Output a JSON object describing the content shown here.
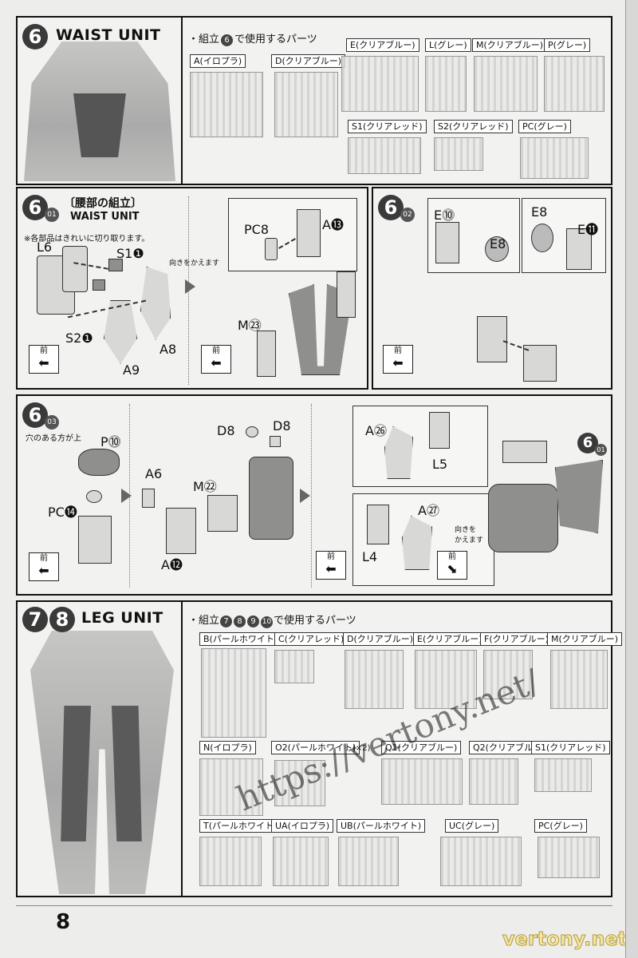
{
  "page_number": "8",
  "watermark_url": "https://vertony.net/",
  "corner_watermark": "vertony.net",
  "section6": {
    "step": "6",
    "title": "WAIST UNIT",
    "parts_heading": "・組立",
    "parts_heading_num": "6",
    "parts_heading_suffix": "で使用するパーツ",
    "parts": [
      {
        "label": "A(イロプラ)"
      },
      {
        "label": "D(クリアブルー)"
      },
      {
        "label": "E(クリアブルー)"
      },
      {
        "label": "L(グレー)"
      },
      {
        "label": "M(クリアブルー)"
      },
      {
        "label": "P(グレー)"
      },
      {
        "label": "S1(クリアレッド)"
      },
      {
        "label": "S2(クリアレッド)"
      },
      {
        "label": "PC(グレー)"
      }
    ]
  },
  "step6_01": {
    "num": "6",
    "sub": "01",
    "title_jp": "〔腰部の組立〕",
    "title_en": "WAIST UNIT",
    "note": "※各部品はきれいに切り取ります。",
    "turn_note": "向きをかえます",
    "front_label": "前",
    "labels": [
      "L6",
      "S1❶",
      "S2❶",
      "A8",
      "A9",
      "PC8",
      "A⓭",
      "M㉓"
    ]
  },
  "step6_02": {
    "num": "6",
    "sub": "02",
    "front_label": "前",
    "labels": [
      "E⓾",
      "E8",
      "E8",
      "E⓫"
    ]
  },
  "step6_03": {
    "num": "6",
    "sub": "03",
    "note": "穴のある方が上",
    "turn_note": "向きを\nかえます",
    "front_label": "前",
    "labels": [
      "P⓾",
      "PC⓮",
      "A6",
      "M㉒",
      "A⓬",
      "D8",
      "D8",
      "A㉖",
      "L5",
      "A㉗",
      "L4"
    ],
    "ref_badge": "6",
    "ref_sub": "01"
  },
  "section78": {
    "step_a": "7",
    "step_b": "8",
    "title": "LEG UNIT",
    "parts_heading": "・組立",
    "parts_heading_nums": [
      "7",
      "8",
      "9",
      "10"
    ],
    "parts_heading_suffix": "で使用するパーツ",
    "multiplier": "(×2)",
    "parts": [
      {
        "label": "B(パールホワイト)"
      },
      {
        "label": "C(クリアレッド)"
      },
      {
        "label": "D(クリアブルー)"
      },
      {
        "label": "E(クリアブルー)"
      },
      {
        "label": "F(クリアブルー)"
      },
      {
        "label": "M(クリアブルー)"
      },
      {
        "label": "N(イロプラ)"
      },
      {
        "label": "O2(パールホワイト)"
      },
      {
        "label": "Q1(クリアブルー)"
      },
      {
        "label": "Q2(クリアブルー)"
      },
      {
        "label": "S1(クリアレッド)"
      },
      {
        "label": "T(パールホワイト)"
      },
      {
        "label": "UA(イロプラ)"
      },
      {
        "label": "UB(パールホワイト)"
      },
      {
        "label": "UC(グレー)"
      },
      {
        "label": "PC(グレー)"
      }
    ]
  }
}
